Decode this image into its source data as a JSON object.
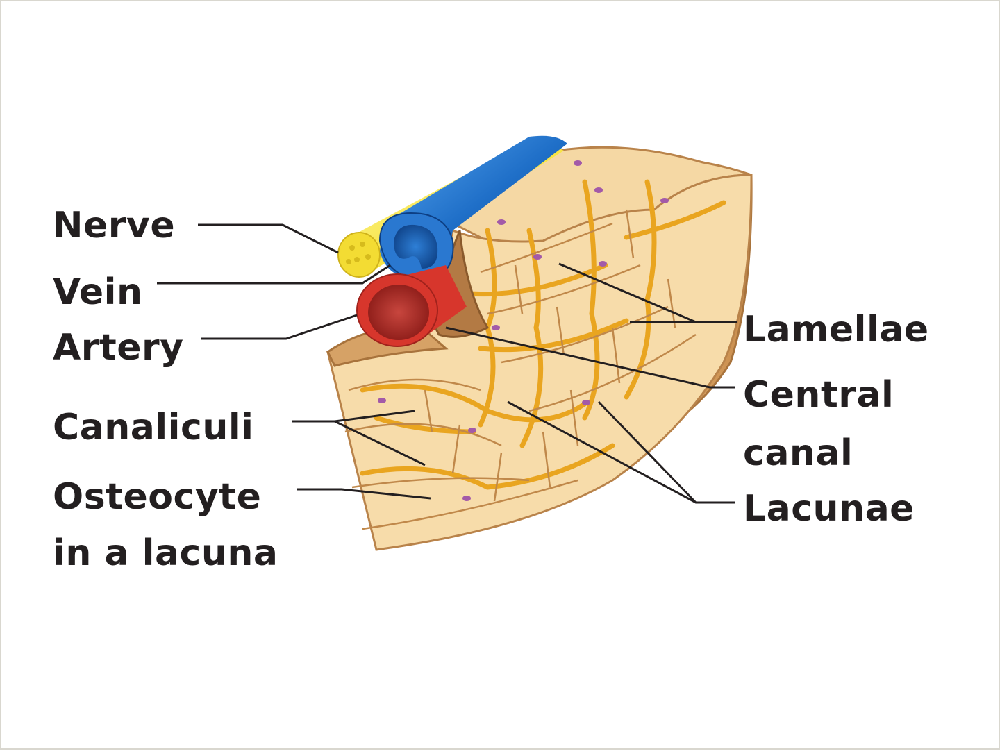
{
  "labels": {
    "nerve": "Nerve",
    "vein": "Vein",
    "artery": "Artery",
    "canaliculi": "Canaliculi",
    "osteocyte_line1": "Osteocyte",
    "osteocyte_line2": "in a lacuna",
    "lamellae": "Lamellae",
    "central_line1": "Central",
    "central_line2": "canal",
    "lacunae": "Lacunae"
  },
  "colors": {
    "bone_light": "#f7dcaa",
    "bone_mid": "#eec88a",
    "bone_dark": "#cf9a5a",
    "canal_orange": "#e9a520",
    "nerve_yellow": "#f6e33c",
    "vein_blue": "#1f6fc8",
    "artery_red": "#d7362c",
    "osteocyte_purple": "#a35aa8",
    "leader_line": "#231f20"
  }
}
